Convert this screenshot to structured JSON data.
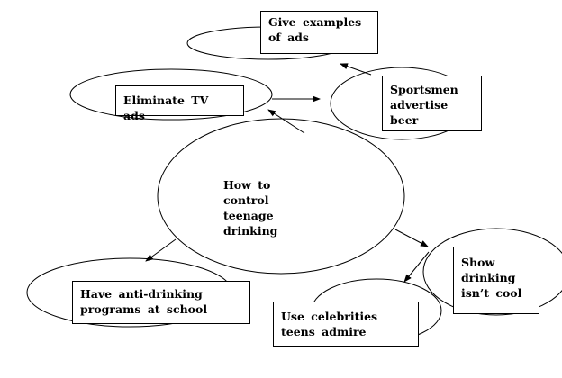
{
  "colors": {
    "stroke": "#000000",
    "fill": "#ffffff",
    "text": "#000000"
  },
  "nodes": {
    "center": "How to control teenage drinking",
    "give_examples": "Give examples of ads",
    "eliminate_tv_ads": "Eliminate TV ads",
    "sportsmen": "Sportsmen advertise beer",
    "anti_drinking": "Have anti-drinking programs at school",
    "show_drinking": "Show drinking isn’t cool",
    "celebrities": "Use celebrities teens admire"
  }
}
